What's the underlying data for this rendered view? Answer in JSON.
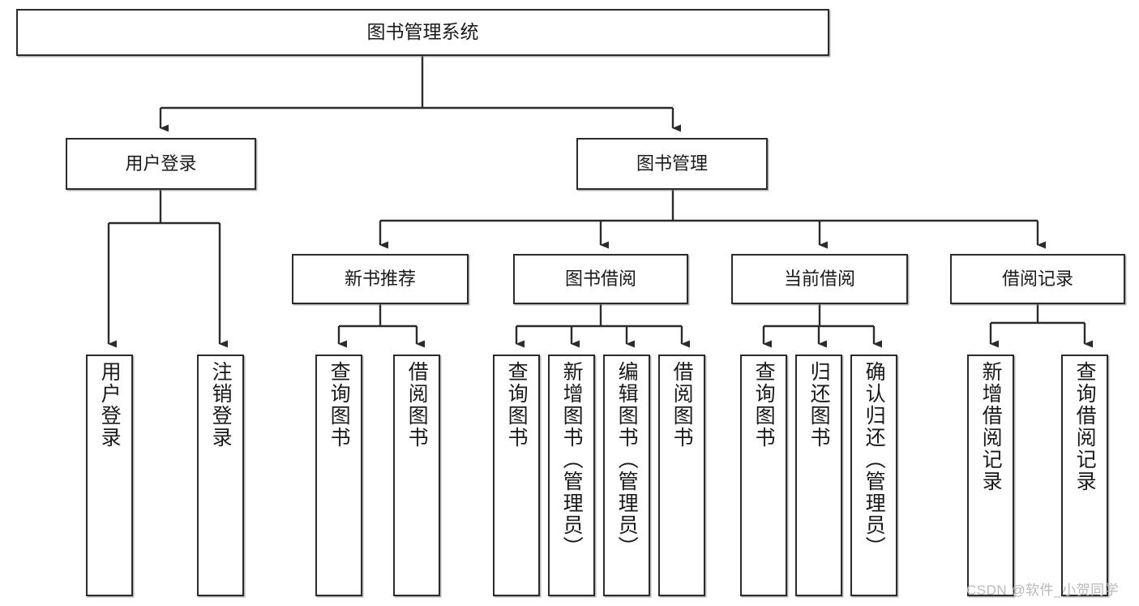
{
  "diagram": {
    "title": "图书管理系统",
    "type": "hierarchy-tree",
    "colors": {
      "box_border": "#2b2b2b",
      "box_fill": "#ffffff",
      "edge": "#2b2b2b",
      "text": "#1a1a1a",
      "watermark": "#b9b9b9"
    },
    "levels": {
      "root": {
        "label": "图书管理系统"
      },
      "level2": [
        {
          "id": "user-login",
          "label": "用户登录"
        },
        {
          "id": "book-manage",
          "label": "图书管理"
        }
      ],
      "level3": [
        {
          "id": "new-book-recommend",
          "label": "新书推荐"
        },
        {
          "id": "book-borrow",
          "label": "图书借阅"
        },
        {
          "id": "current-borrow",
          "label": "当前借阅"
        },
        {
          "id": "borrow-record",
          "label": "借阅记录"
        }
      ],
      "level4": [
        {
          "id": "leaf-user-login",
          "label": "用户登录",
          "parent": "user-login"
        },
        {
          "id": "leaf-logout-login",
          "label": "注销登录",
          "parent": "user-login"
        },
        {
          "id": "leaf-query-book-1",
          "label": "查询图书",
          "parent": "new-book-recommend"
        },
        {
          "id": "leaf-borrow-book-1",
          "label": "借阅图书",
          "parent": "new-book-recommend"
        },
        {
          "id": "leaf-query-book-2",
          "label": "查询图书",
          "parent": "book-borrow"
        },
        {
          "id": "leaf-add-book",
          "label": "新增图书（管理员）",
          "parent": "book-borrow"
        },
        {
          "id": "leaf-edit-book",
          "label": "编辑图书（管理员）",
          "parent": "book-borrow"
        },
        {
          "id": "leaf-borrow-book-2",
          "label": "借阅图书",
          "parent": "book-borrow"
        },
        {
          "id": "leaf-query-book-3",
          "label": "查询图书",
          "parent": "current-borrow"
        },
        {
          "id": "leaf-return-book",
          "label": "归还图书",
          "parent": "current-borrow"
        },
        {
          "id": "leaf-confirm-return",
          "label": "确认归还（管理员）",
          "parent": "current-borrow"
        },
        {
          "id": "leaf-add-record",
          "label": "新增借阅记录",
          "parent": "borrow-record"
        },
        {
          "id": "leaf-query-record",
          "label": "查询借阅记录",
          "parent": "borrow-record"
        }
      ]
    },
    "watermark": "CSDN @软件_小贺同学"
  }
}
